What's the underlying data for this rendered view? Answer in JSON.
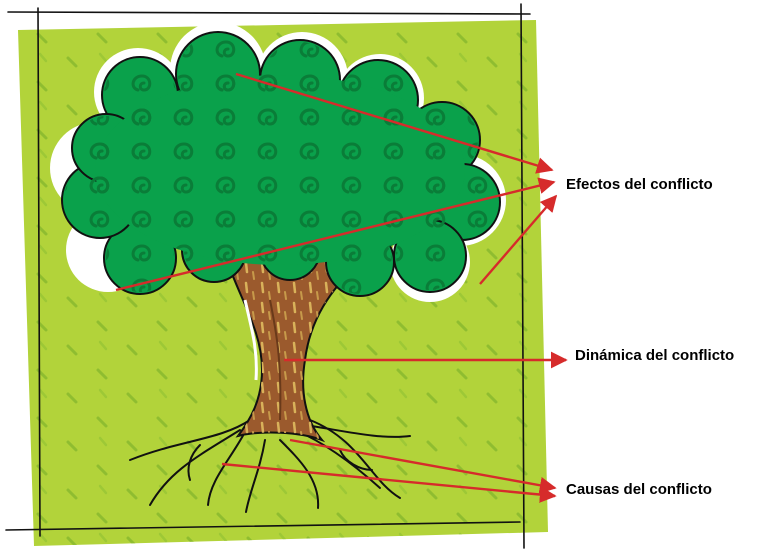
{
  "labels": {
    "effects": "Efectos del conflicto",
    "dynamics": "Dinámica del conflicto",
    "causes": "Causas del conflicto"
  },
  "colors": {
    "background_green": "#b2d33a",
    "grass_mark": "#8fbd30",
    "foliage": "#0aa14b",
    "foliage_swirl": "#0a7d38",
    "trunk": "#9b5a2d",
    "trunk_dark": "#6a3a1a",
    "trunk_light": "#d9b25a",
    "arrow": "#d62b2b",
    "outline": "#111111"
  },
  "icons": {
    "tree": "tree-illustration"
  }
}
